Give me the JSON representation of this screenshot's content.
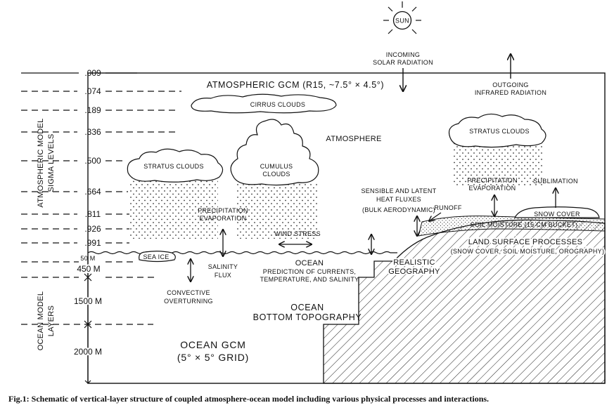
{
  "sun": {
    "label": "SUN"
  },
  "radiation": {
    "incoming": [
      "INCOMING",
      "SOLAR RADIATION"
    ],
    "outgoing": [
      "OUTGOING",
      "INFRARED RADIATION"
    ]
  },
  "atmosphere": {
    "gcm_title": "ATMOSPHERIC GCM (R15, ~7.5° × 4.5°)",
    "label": "ATMOSPHERE"
  },
  "sigma_axis": {
    "title": [
      "ATMOSPHERIC MODEL",
      "SIGMA LEVELS"
    ],
    "levels": [
      ".009",
      ".074",
      ".189",
      ".336",
      ".500",
      ".664",
      ".811",
      ".926",
      ".991"
    ]
  },
  "clouds": {
    "cirrus": "CIRRUS CLOUDS",
    "stratus_left": "STRATUS CLOUDS",
    "cumulus": [
      "CUMULUS",
      "CLOUDS"
    ],
    "stratus_right": "STRATUS CLOUDS"
  },
  "processes": {
    "precip_left": [
      "PRECIPITATION",
      "EVAPORATION"
    ],
    "precip_right": [
      "PRECIPITATION",
      "EVAPORATION"
    ],
    "sublimation": "SUBLIMATION",
    "heat_fluxes": [
      "SENSIBLE AND LATENT",
      "HEAT FLUXES",
      "(BULK AERODYNAMIC)"
    ],
    "runoff": "RUNOFF",
    "snow_cover": "SNOW COVER",
    "soil_moisture": "SOIL MOISTURE (15 CM BUCKET)",
    "wind_stress": "WIND STRESS",
    "sea_ice": "SEA ICE",
    "salinity_flux": [
      "SALINITY",
      "FLUX"
    ],
    "convective": [
      "CONVECTIVE",
      "OVERTURNING"
    ]
  },
  "land": {
    "title": "LAND SURFACE PROCESSES",
    "subtitle": "(SNOW COVER, SOIL MOISTURE, OROGRAPHY)",
    "geography": [
      "REALISTIC",
      "GEOGRAPHY"
    ]
  },
  "ocean": {
    "label": "OCEAN",
    "prediction": [
      "PREDICTION OF CURRENTS,",
      "TEMPERATURE, AND SALINITY"
    ],
    "bottom": [
      "OCEAN",
      "BOTTOM TOPOGRAPHY"
    ],
    "gcm": [
      "OCEAN GCM",
      "(5° × 5° GRID)"
    ]
  },
  "ocean_axis": {
    "title": [
      "OCEAN MODEL",
      "LAYERS"
    ],
    "layers": [
      "50 M",
      "450 M",
      "1500 M",
      "2000 M"
    ]
  },
  "caption": "Fig.1: Schematic of vertical-layer structure of coupled atmosphere-ocean model including various physical processes and interactions."
}
